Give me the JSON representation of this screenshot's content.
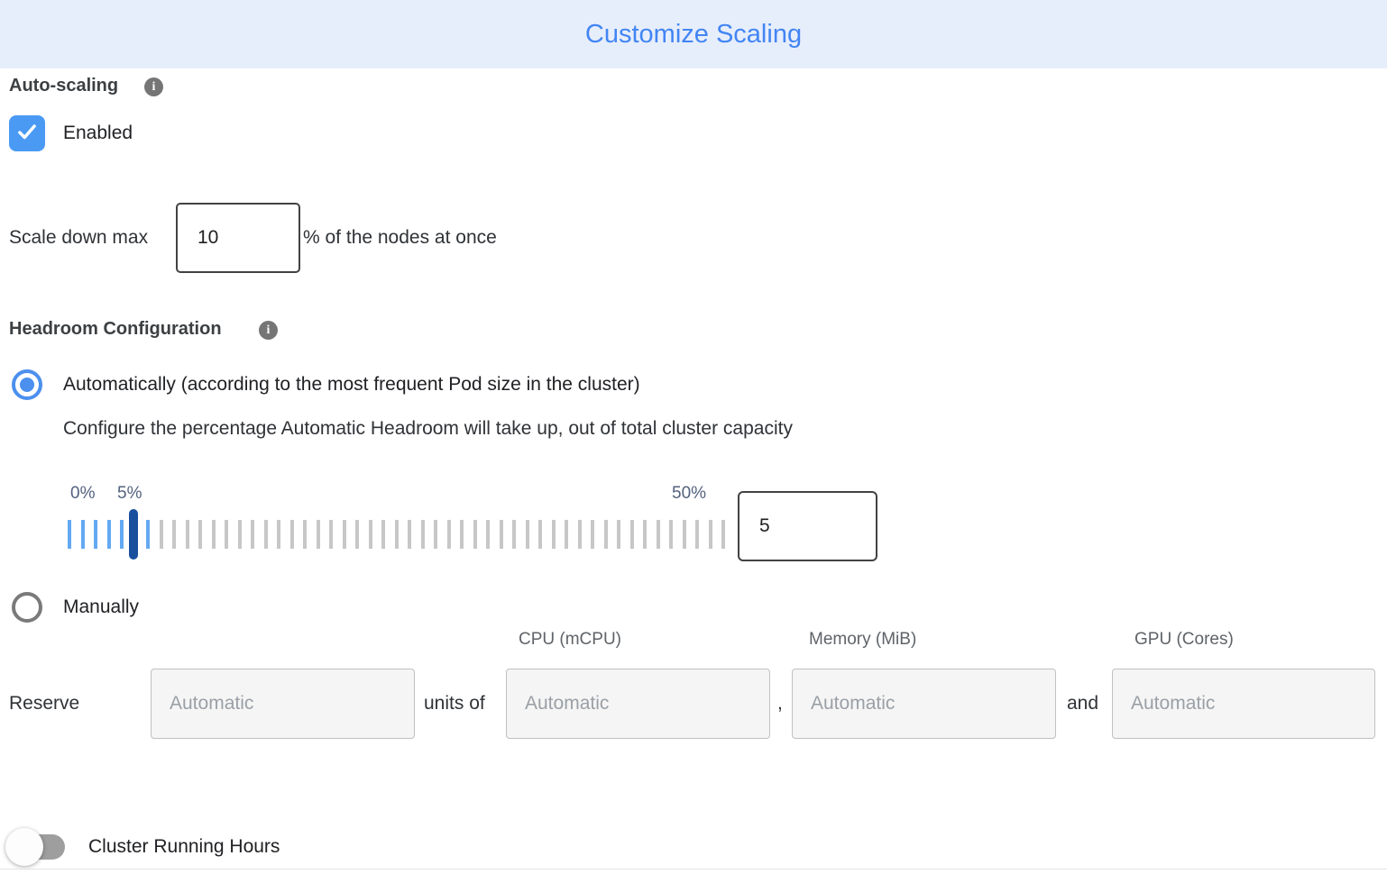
{
  "header": {
    "title": "Customize Scaling",
    "title_color": "#4285f4",
    "background": "#e7eefb"
  },
  "auto_scaling": {
    "label": "Auto-scaling",
    "info_icon": "i",
    "checkbox": {
      "label": "Enabled",
      "checked": true,
      "color": "#4a9af4"
    }
  },
  "scale_down": {
    "prefix": "Scale down max",
    "value": "10",
    "suffix": "% of the nodes at once"
  },
  "headroom": {
    "label": "Headroom Configuration",
    "info_icon": "i",
    "automatic_option": {
      "label": "Automatically (according to the most frequent Pod size in the cluster)",
      "selected": true
    },
    "description": "Configure the percentage Automatic Headroom will take up, out of total cluster capacity",
    "slider": {
      "min_label": "0%",
      "value_label": "5%",
      "max_label": "50%",
      "min": 0,
      "max": 50,
      "value": 5,
      "tick_count": 51,
      "active_through_index": 6,
      "active_tick_color": "#64a9f2",
      "inactive_tick_color": "#c7c7c7",
      "thumb_color": "#1a4f9e"
    },
    "value_input": "5",
    "manual_option": {
      "label": "Manually",
      "selected": false
    }
  },
  "reserve": {
    "label": "Reserve",
    "units_of": "units of",
    "comma": ",",
    "and": "and",
    "placeholder": "Automatic",
    "columns": [
      "CPU (mCPU)",
      "Memory (MiB)",
      "GPU (Cores)"
    ]
  },
  "cluster_running_hours": {
    "label": "Cluster Running Hours",
    "enabled": false
  }
}
